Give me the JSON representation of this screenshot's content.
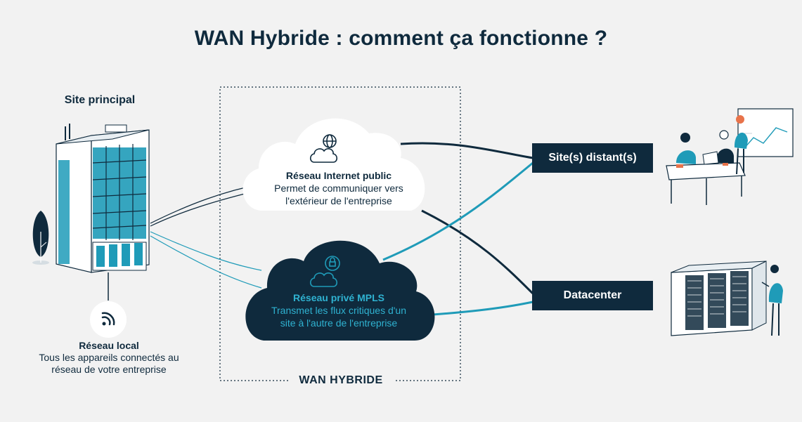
{
  "title": "WAN Hybride : comment ça fonctionne ?",
  "main_site": {
    "label": "Site principal"
  },
  "local_network": {
    "title": "Réseau local",
    "line1": "Tous les appareils connectés au",
    "line2": "réseau de votre entreprise"
  },
  "internet_cloud": {
    "title": "Réseau Internet public",
    "line1": "Permet de communiquer vers",
    "line2": "l'extérieur de l'entreprise",
    "icon": "globe-cloud-icon"
  },
  "mpls_cloud": {
    "title": "Réseau privé MPLS",
    "line1": "Transmet les flux critiques d'un",
    "line2": "site à l'autre de l'entreprise",
    "icon": "lock-cloud-icon"
  },
  "wan_label": "WAN HYBRIDE",
  "remote_sites": {
    "label": "Site(s) distant(s)"
  },
  "datacenter": {
    "label": "Datacenter"
  },
  "colors": {
    "navy": "#0f2a3d",
    "teal": "#1f9bb8",
    "background": "#f2f2f2"
  }
}
